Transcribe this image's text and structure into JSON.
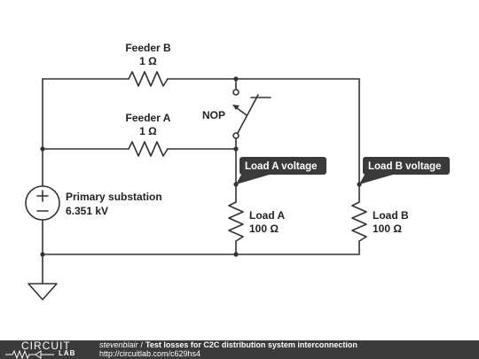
{
  "components": {
    "feeder_b": {
      "name": "Feeder B",
      "value": "1 Ω"
    },
    "feeder_a": {
      "name": "Feeder A",
      "value": "1 Ω"
    },
    "switch": {
      "name": "NOP"
    },
    "source": {
      "name": "Primary substation",
      "value": "6.351 kV"
    },
    "load_a": {
      "name": "Load A",
      "value": "100 Ω"
    },
    "load_b": {
      "name": "Load B",
      "value": "100 Ω"
    }
  },
  "probes": {
    "load_a_voltage": "Load A voltage",
    "load_b_voltage": "Load B voltage"
  },
  "footer": {
    "logo_top": "CIRCUIT",
    "logo_bottom": "LAB",
    "author": "stevenblair",
    "separator": "/",
    "title": "Test losses for C2C distribution system interconnection",
    "url": "http://circuitlab.com/c629hs4"
  },
  "colors": {
    "wire": "#333333",
    "probe_bg": "#3a3a3a",
    "footer_bg": "#3b3b3b"
  }
}
